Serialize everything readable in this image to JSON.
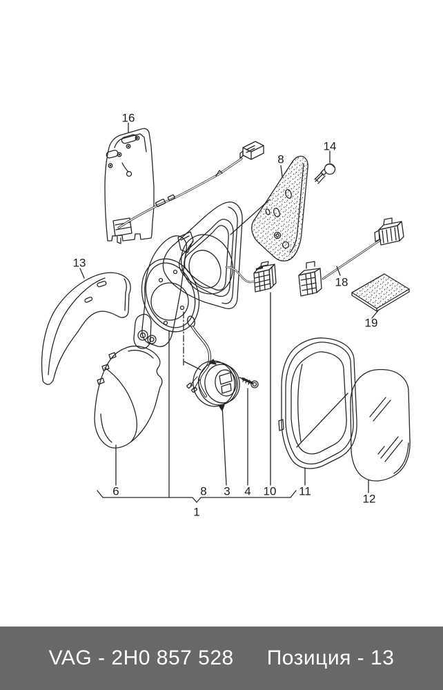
{
  "diagram": {
    "description": "Exploded line-art parts diagram of an exterior rear-view mirror assembly",
    "line_color": "#262626",
    "background_color": "#ffffff",
    "callouts": [
      {
        "label": "16"
      },
      {
        "label": "8"
      },
      {
        "label": "14"
      },
      {
        "label": "13"
      },
      {
        "label": "18"
      },
      {
        "label": "19"
      },
      {
        "label": "6"
      },
      {
        "label": "8"
      },
      {
        "label": "3"
      },
      {
        "label": "4"
      },
      {
        "label": "10"
      },
      {
        "label": "11"
      },
      {
        "label": "12"
      },
      {
        "label": "1"
      }
    ]
  },
  "footer": {
    "part_number": "VAG - 2H0 857 528",
    "position": "Позиция - 13",
    "background_color": "#686868",
    "text_color": "#ffffff"
  }
}
